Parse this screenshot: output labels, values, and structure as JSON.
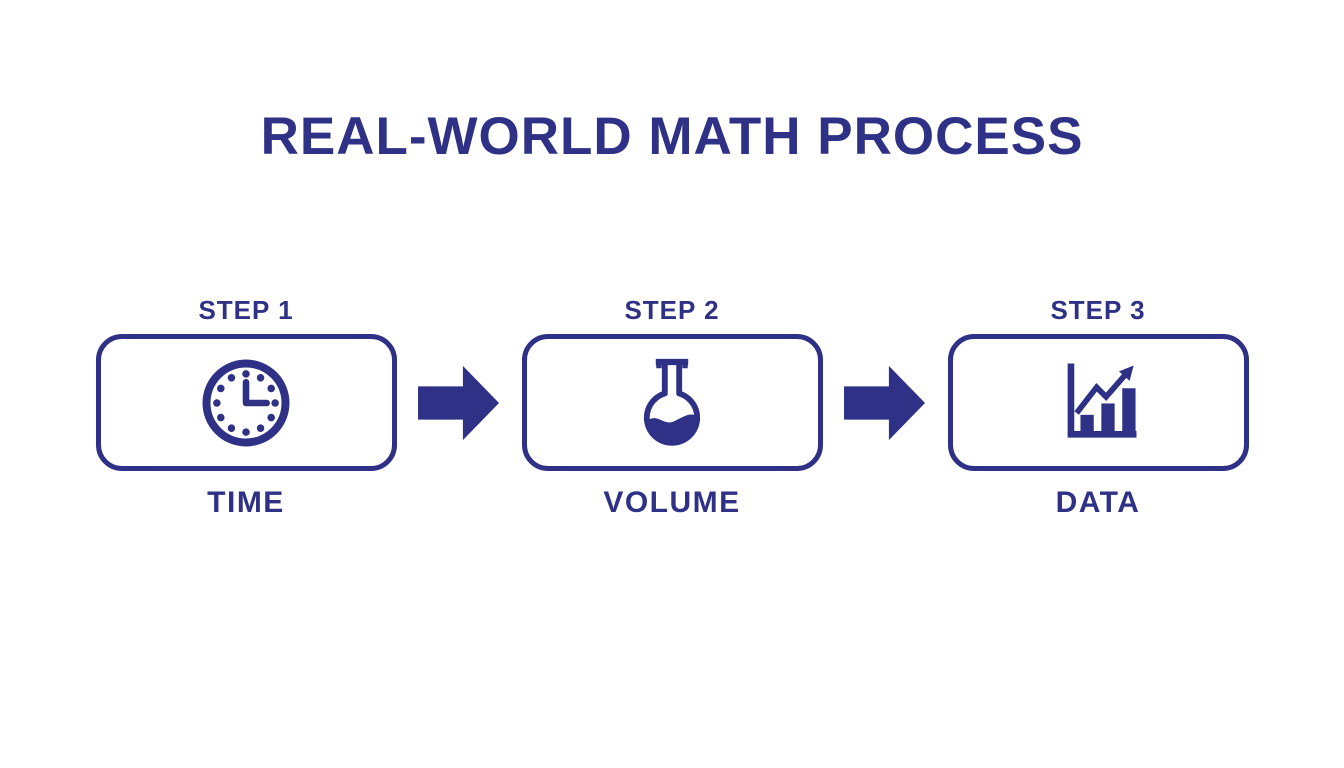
{
  "title": "REAL-WORLD MATH PROCESS",
  "colors": {
    "primary_navy": "#2e3185",
    "background": "#ffffff"
  },
  "process": {
    "steps": [
      {
        "step_label": "STEP 1",
        "name": "TIME",
        "icon": "clock-icon"
      },
      {
        "step_label": "STEP 2",
        "name": "VOLUME",
        "icon": "flask-icon"
      },
      {
        "step_label": "STEP 3",
        "name": "DATA",
        "icon": "bar-chart-icon"
      }
    ],
    "connector_icon": "arrow-right-icon"
  }
}
